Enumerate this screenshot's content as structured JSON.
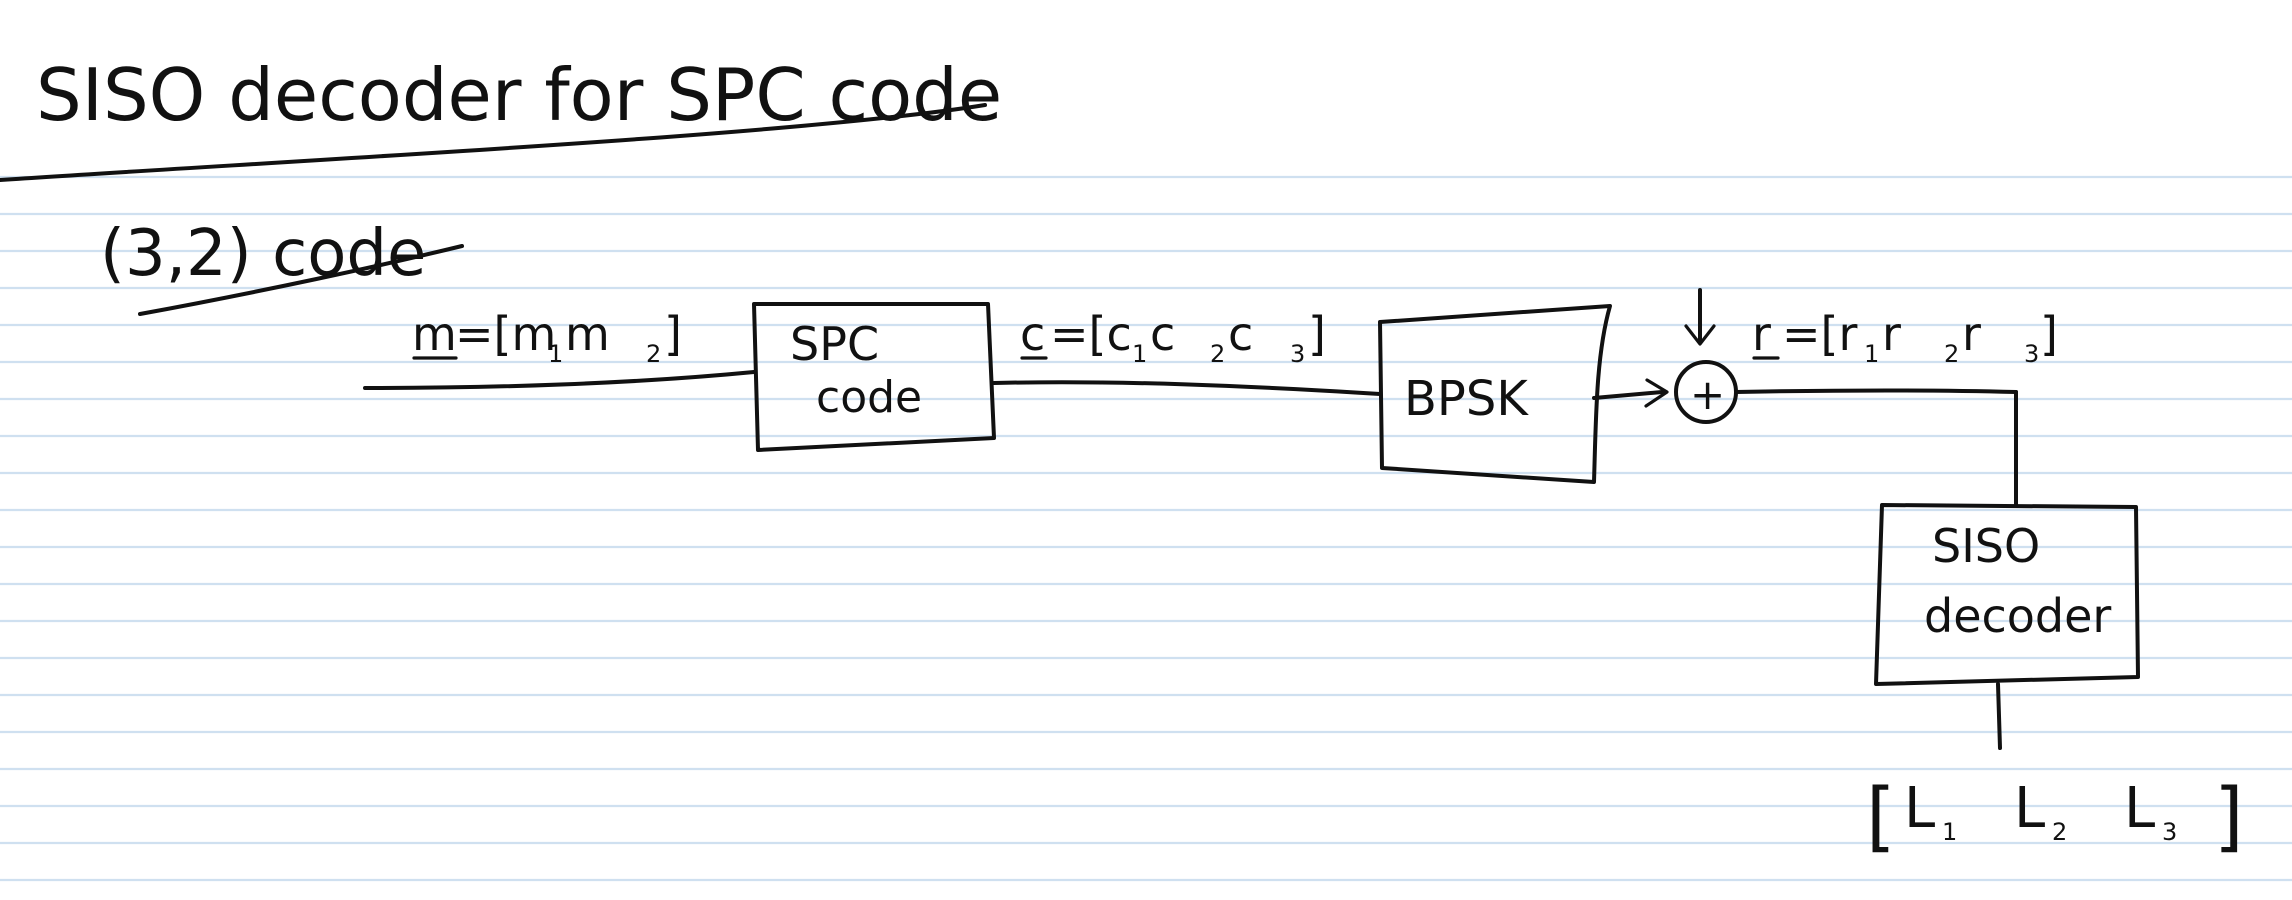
{
  "title": "SISO decoder for SPC code",
  "subtitle": "(3,2) code",
  "blocks": {
    "spc_top": "SPC",
    "spc_bottom": "code",
    "bpsk": "BPSK",
    "siso_top": "SISO",
    "siso_bottom": "decoder"
  },
  "signals": {
    "m_prefix": "m",
    "m_eq": "=[m",
    "m_sub1": "1",
    "m_mid": " m",
    "m_sub2": "2",
    "m_end": "]",
    "c_prefix": "c",
    "c_eq": "=[c",
    "c_sub1": "1",
    "c_mid1": " c",
    "c_sub2": "2",
    "c_mid2": " c",
    "c_sub3": "3",
    "c_end": "]",
    "r_prefix": "r",
    "r_eq": "=[r",
    "r_sub1": "1",
    "r_mid1": " r",
    "r_sub2": "2",
    "r_mid2": " r",
    "r_sub3": "3",
    "r_end": "]",
    "l_open": "[",
    "l1": "L",
    "l1_sub": "1",
    "l2": "L",
    "l2_sub": "2",
    "l3": "L",
    "l3_sub": "3",
    "l_close": "]"
  },
  "adder_symbol": "+"
}
